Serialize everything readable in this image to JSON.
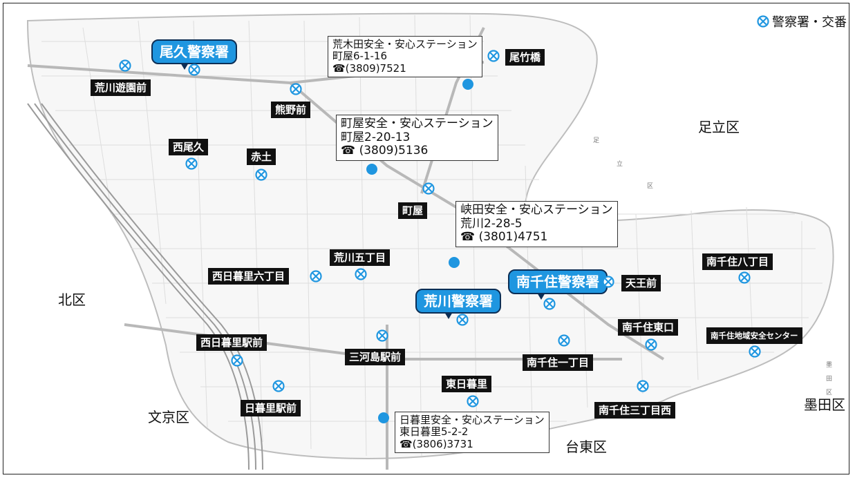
{
  "legend": {
    "label": "警察署・交番"
  },
  "wards": [
    "足立区",
    "北区",
    "文京区",
    "台東区",
    "墨田区"
  ],
  "police_stations": [
    {
      "label": "尾久警察署"
    },
    {
      "label": "荒川警察署"
    },
    {
      "label": "南千住警察署"
    }
  ],
  "koban": [
    "荒川遊園前",
    "熊野前",
    "尾竹橋",
    "西尾久",
    "赤土",
    "町屋",
    "西日暮里六丁目",
    "荒川五丁目",
    "天王前",
    "南千住八丁目",
    "南千住東口",
    "南千住地域安全センター",
    "西日暮里駅前",
    "三河島駅前",
    "南千住一丁目",
    "東日暮里",
    "日暮里駅前",
    "南千住三丁目西"
  ],
  "safety_stations": [
    {
      "name": "荒木田安全・安心ステーション",
      "address": "町屋6-1-16",
      "phone": "☎(3809)7521"
    },
    {
      "name": "町屋安全・安心ステーション",
      "address": "町屋2-20-13",
      "phone": "☎ (3809)5136"
    },
    {
      "name": "峡田安全・安心ステーション",
      "address": "荒川2-28-5",
      "phone": "☎ (3801)4751"
    },
    {
      "name": "日暮里安全・安心ステーション",
      "address": "東日暮里5-2-2",
      "phone": "☎(3806)3731"
    }
  ],
  "map_text": {
    "adachi_vertical": [
      "足",
      "立",
      "区"
    ],
    "sumida_vertical": [
      "墨",
      "田",
      "区"
    ]
  },
  "colors": {
    "accent": "#1f96e0",
    "river": "#f4f4f4",
    "roads": "#cfcfcf"
  }
}
